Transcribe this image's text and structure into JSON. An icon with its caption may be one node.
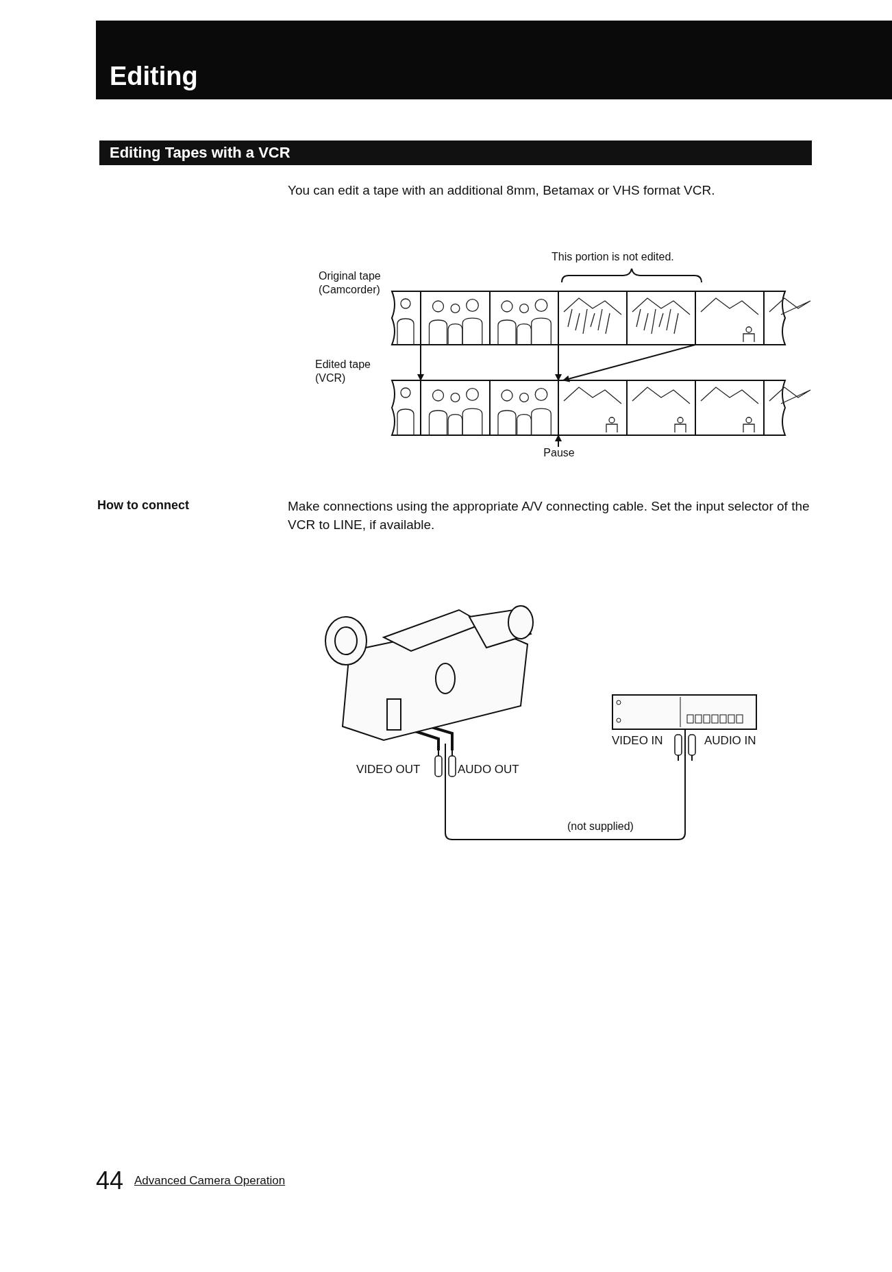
{
  "diagram": {
    "title": "Editing",
    "nodes": [
      {
        "text": [],
        "shape": "picture",
        "beside": [
          "Original tape (Camcorder)",
          "This portion is not edited."
        ]
      },
      {
        "text": [],
        "shape": "picture",
        "beside": [
          "Edited tape (VCR)"
        ]
      },
      {
        "text": [
          "Pause"
        ]
      },
      {
        "text": [],
        "shape": "picture",
        "beside": [
          "VIDEO OUT",
          "AUDO OUT"
        ]
      },
      {
        "text": [],
        "shape": "picture",
        "beside": [
          "VIDEO IN",
          "AUDIO IN"
        ]
      }
    ],
    "edges": [
      {
        "from": 0,
        "to": 1,
        "arrow": "to"
      },
      {
        "from": 0,
        "to": 1,
        "arrow": "to"
      },
      {
        "from": 0,
        "to": 1,
        "arrow": "to"
      },
      {
        "from": 2,
        "to": 1,
        "arrow": "to"
      },
      {
        "from": 3,
        "to": 4,
        "arrow": "none",
        "label": "(not supplied)"
      }
    ],
    "labels": [
      "Editing Tapes with a VCR",
      "You can edit a tape with an additional 8mm, Betamax or VHS format VCR.",
      "How to connect",
      "Make connections using the appropriate A/V connecting cable. Set the input selector of the VCR to LINE, if available.",
      "44",
      "Advanced Camera Operation"
    ]
  }
}
